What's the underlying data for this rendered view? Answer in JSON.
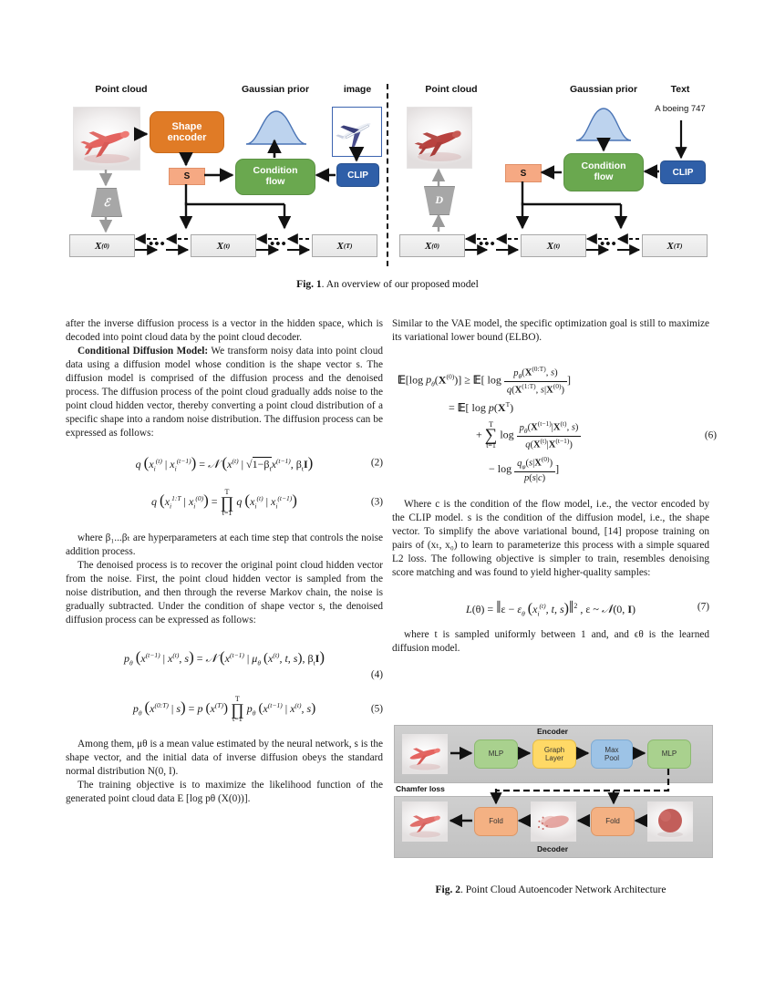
{
  "figure1": {
    "caption_bold": "Fig. 1",
    "caption_rest": ". An overview of our proposed model",
    "left_panel": {
      "header_point_cloud": "Point cloud",
      "header_gaussian": "Gaussian prior",
      "header_image": "image",
      "shape_encoder": "Shape\nencoder",
      "s_box": "S",
      "condition_flow": "Condition\nflow",
      "clip": "CLIP",
      "encoder_symbol": "ℰ",
      "chain": [
        "X(0)",
        "X(t)",
        "X(T)"
      ],
      "chain_sup": [
        "(0)",
        "(t)",
        "(T)"
      ],
      "chain_base": [
        "X",
        "X",
        "X"
      ],
      "ellipsis": "•••"
    },
    "right_panel": {
      "header_point_cloud": "Point cloud",
      "header_gaussian": "Gaussian prior",
      "header_text": "Text",
      "text_prompt": "A boeing 747",
      "s_box": "S",
      "condition_flow": "Condition\nflow",
      "clip": "CLIP",
      "decoder_symbol": "D",
      "chain_sup": [
        "(0)",
        "(t)",
        "(T)"
      ],
      "chain_base": [
        "X",
        "X",
        "X"
      ],
      "ellipsis": "•••"
    }
  },
  "figure2": {
    "caption_bold": "Fig. 2",
    "caption_rest": ". Point Cloud Autoencoder Network Architecture",
    "encoder_label": "Encoder",
    "decoder_label": "Decoder",
    "chamfer_label": "Chamfer loss",
    "encoder_blocks": [
      "MLP",
      "Graph\nLayer",
      "Max\nPool",
      "MLP"
    ],
    "decoder_blocks": [
      "Fold",
      "Fold"
    ]
  },
  "left_column": {
    "p1": "after the inverse diffusion process is a vector in the hidden space, which is decoded into point cloud data by the point cloud decoder.",
    "p2_bold": "Conditional Diffusion Model:",
    "p2_rest": " We transform noisy data into point cloud data using a diffusion model whose condition is the shape vector s. The diffusion model is comprised of the diffusion process and the denoised process. The diffusion process of the point cloud gradually adds noise to the point cloud hidden vector, thereby converting a point cloud distribution of a specific shape into a random noise distribution. The diffusion process can be expressed as follows:",
    "eq2_num": "(2)",
    "eq3_num": "(3)",
    "p3": "where β₁...βₜ are hyperparameters at each time step that controls the noise addition process.",
    "p4": "The denoised process is to recover the original point cloud hidden vector from the noise. First, the point cloud hidden vector is sampled from the noise distribution, and then through the reverse Markov chain, the noise is gradually subtracted. Under the condition of shape vector s, the denoised diffusion process can be expressed as follows:",
    "eq4_num": "(4)",
    "eq5_num": "(5)",
    "p5": "Among them, μθ is a mean value estimated by the neural network, s is the shape vector, and the initial data of inverse diffusion obeys the standard normal distribution N(0, I).",
    "p6": "The training objective is to maximize the likelihood function of the generated point cloud data E [log pθ (X(0))]."
  },
  "right_column": {
    "p1": "Similar to the VAE model, the specific optimization goal is still to maximize its variational lower bound (ELBO).",
    "eq6_num": "(6)",
    "p2": "Where c is the condition of the flow model, i.e., the vector encoded by the CLIP model.  s is the condition of the diffusion model, i.e., the shape vector. To simplify the above variational bound, [14] propose training on pairs of (xₜ, x₀) to learn to parameterize this process with a simple squared L2 loss. The following objective is simpler to train, resembles denoising score matching and was found to yield higher-quality samples:",
    "eq7_num": "(7)",
    "p3": "where t is sampled uniformly between 1 and, and ϵθ is the learned diffusion model."
  },
  "colors": {
    "orange": "#e07b26",
    "salmon": "#f6a983",
    "green": "#6aa84f",
    "blue": "#2f5fa8",
    "gray": "#a7a7a7",
    "f2_green": "#a9d18e",
    "f2_yellow": "#ffd966",
    "f2_blue": "#9dc3e6",
    "f2_orange": "#f4b183"
  }
}
